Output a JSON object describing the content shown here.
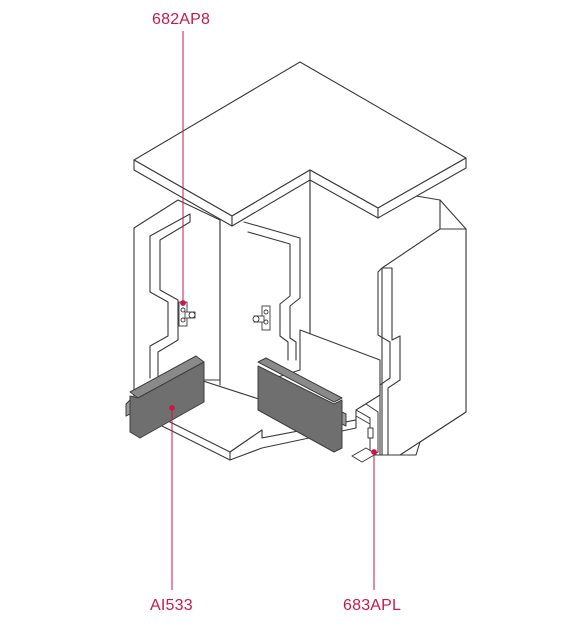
{
  "colors": {
    "callout": "#c8194b",
    "outline": "#3a3a3a",
    "panel_fill": "#ffffff",
    "rail_fill": "#6f6f6f",
    "rail_edge": "#3e3e3e"
  },
  "callouts": [
    {
      "id": "682ap8",
      "label": "682AP8"
    },
    {
      "id": "ai533",
      "label": "AI533"
    },
    {
      "id": "683apl",
      "label": "683APL"
    }
  ]
}
